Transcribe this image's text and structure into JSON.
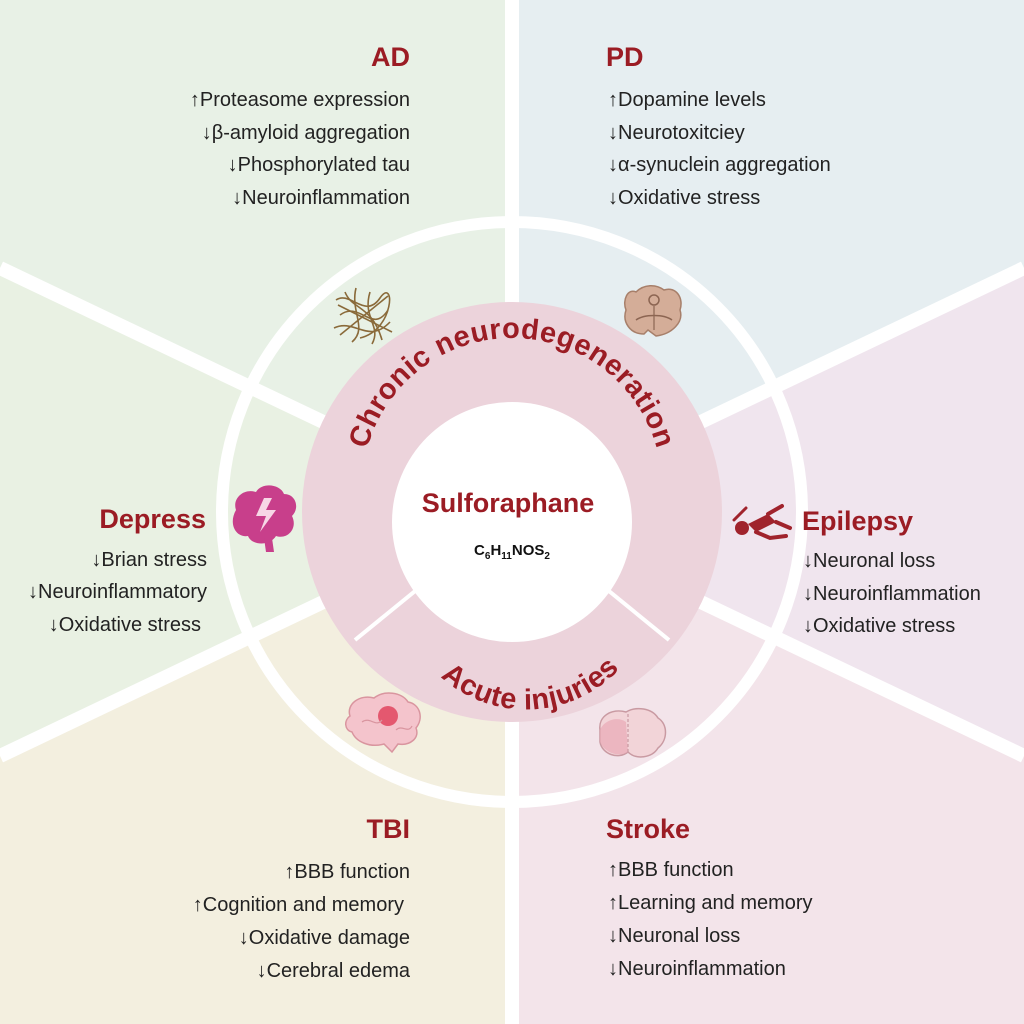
{
  "colors": {
    "title": "#9b1c24",
    "ad_bg": "#e8f1e6",
    "pd_bg": "#e6eef1",
    "epilepsy_bg": "#f0e5ee",
    "stroke_bg": "#f3e4ea",
    "tbi_bg": "#f3efdf",
    "depress_bg": "#e9f1e3",
    "ring_band": "#ecd3db",
    "divider": "#ffffff"
  },
  "center": {
    "name": "Sulforaphane",
    "formula": {
      "c": "C",
      "c_n": "6",
      "h": "H",
      "h_n": "11",
      "nos": "NOS",
      "s_n": "2"
    }
  },
  "ring_labels": {
    "chronic": "Chronic neurodegeneration",
    "acute": "Acute injuries"
  },
  "diseases": {
    "ad": {
      "title": "AD",
      "icon": "amyloid-fibril-icon",
      "effects": [
        "↑Proteasome expression",
        "↓β-amyloid aggregation",
        "↓Phosphorylated tau",
        "↓Neuroinflammation"
      ]
    },
    "pd": {
      "title": "PD",
      "icon": "midbrain-section-icon",
      "effects": [
        "↑Dopamine levels",
        "↓Neurotoxitciey",
        "↓α-synuclein aggregation",
        "↓Oxidative stress"
      ]
    },
    "epilepsy": {
      "title": "Epilepsy",
      "icon": "seizing-person-icon",
      "effects": [
        "↓Neuronal loss",
        "↓Neuroinflammation",
        "↓Oxidative stress"
      ]
    },
    "stroke": {
      "title": "Stroke",
      "icon": "brain-coronal-section-icon",
      "effects": [
        "↑BBB function",
        "↑Learning and memory",
        "↓Neuronal loss",
        "↓Neuroinflammation"
      ]
    },
    "tbi": {
      "title": "TBI",
      "icon": "injured-brain-icon",
      "effects": [
        "↑BBB function",
        "↑Cognition and memory",
        "↓Oxidative damage",
        "↓Cerebral edema"
      ]
    },
    "depress": {
      "title": "Depress",
      "icon": "stressed-brain-icon",
      "effects": [
        "↓Brian stress",
        "↓Neuroinflammatory",
        "↓Oxidative stress"
      ]
    }
  }
}
